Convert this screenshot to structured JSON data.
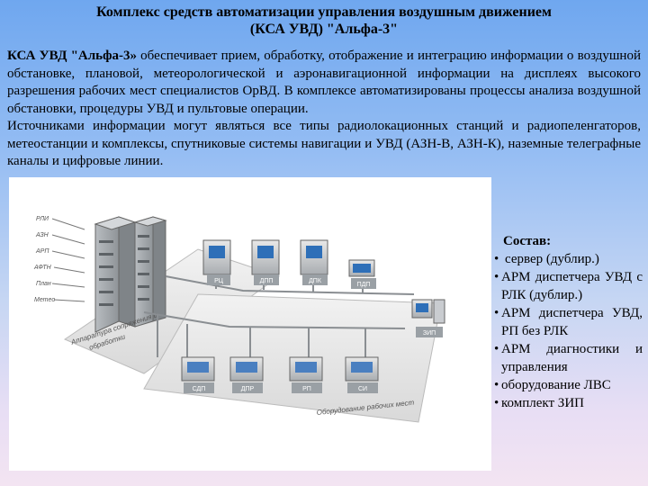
{
  "title": {
    "line1": "Комплекс средств автоматизации управления воздушным движением",
    "line2": "(КСА УВД) \"Альфа-3\""
  },
  "intro": {
    "lead": "КСА УВД \"Альфа-3»",
    "p1_rest": " обеспечивает прием, обработку, отображение и интеграцию информации о воздушной обстановке, плановой, метеорологической и аэронавигационной информации на дисплеях высокого разрешения рабочих мест специалистов ОрВД. В комплексе автоматизированы процессы анализа воздушной обстановки, процедуры УВД и пультовые операции.",
    "p2": "Источниками информации могут являться все типы радиолокационных станций и радиопеленгаторов, метеостанции и комплексы, спутниковые системы навигации и УВД (АЗН-В, АЗН-К), наземные телеграфные каналы и цифровые линии."
  },
  "diagram": {
    "sources": [
      "РЛИ",
      "АЗН",
      "АРП",
      "АФТН",
      "План",
      "Метео"
    ],
    "rack_label_1": "Аппаратура сопряжения и",
    "rack_label_2": "обработки",
    "top_stations": [
      "РЦ",
      "ДПП",
      "ДПК",
      "ПДП"
    ],
    "bottom_stations": [
      "СДП",
      "ДПР",
      "РП",
      "СИ"
    ],
    "zip_label": "ЗИП",
    "workplaces_label": "Оборудование рабочих мест"
  },
  "composition": {
    "title": "Состав:",
    "items": [
      "сервер (дублир.)",
      "АРМ диспетчера УВД с РЛК (дублир.)",
      "АРМ диспетчера УВД, РП без РЛК",
      "АРМ диагностики и управления",
      "оборудование ЛВС",
      "комплект ЗИП"
    ]
  }
}
